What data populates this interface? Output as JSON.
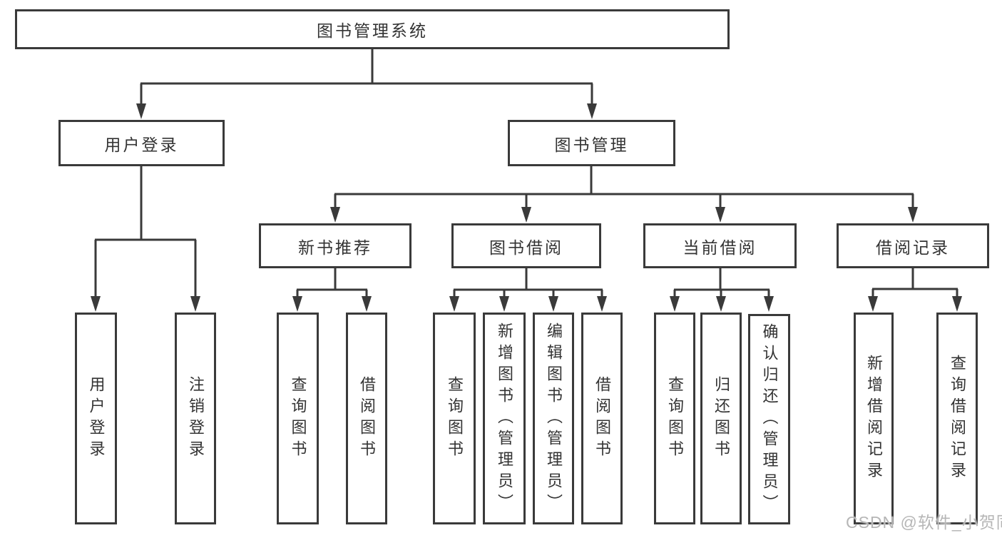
{
  "colors": {
    "line": "#3a3a3a",
    "text": "#333333",
    "box_background": "#ffffff",
    "watermark": "#b6b6b6"
  },
  "diagram": {
    "root": {
      "label": "图书管理系统"
    },
    "branches": [
      {
        "label": "用户登录",
        "children": [
          {
            "label": "用户登录"
          },
          {
            "label": "注销登录"
          }
        ]
      },
      {
        "label": "图书管理",
        "children": [
          {
            "label": "新书推荐",
            "children": [
              {
                "label": "查询图书"
              },
              {
                "label": "借阅图书"
              }
            ]
          },
          {
            "label": "图书借阅",
            "children": [
              {
                "label": "查询图书"
              },
              {
                "label": "新增图书（管理员）"
              },
              {
                "label": "编辑图书（管理员）"
              },
              {
                "label": "借阅图书"
              }
            ]
          },
          {
            "label": "当前借阅",
            "children": [
              {
                "label": "查询图书"
              },
              {
                "label": "归还图书"
              },
              {
                "label": "确认归还（管理员）"
              }
            ]
          },
          {
            "label": "借阅记录",
            "children": [
              {
                "label": "新增借阅记录"
              },
              {
                "label": "查询借阅记录"
              }
            ]
          }
        ]
      }
    ]
  },
  "watermark": {
    "text": "CSDN @软件_小贺同学"
  }
}
